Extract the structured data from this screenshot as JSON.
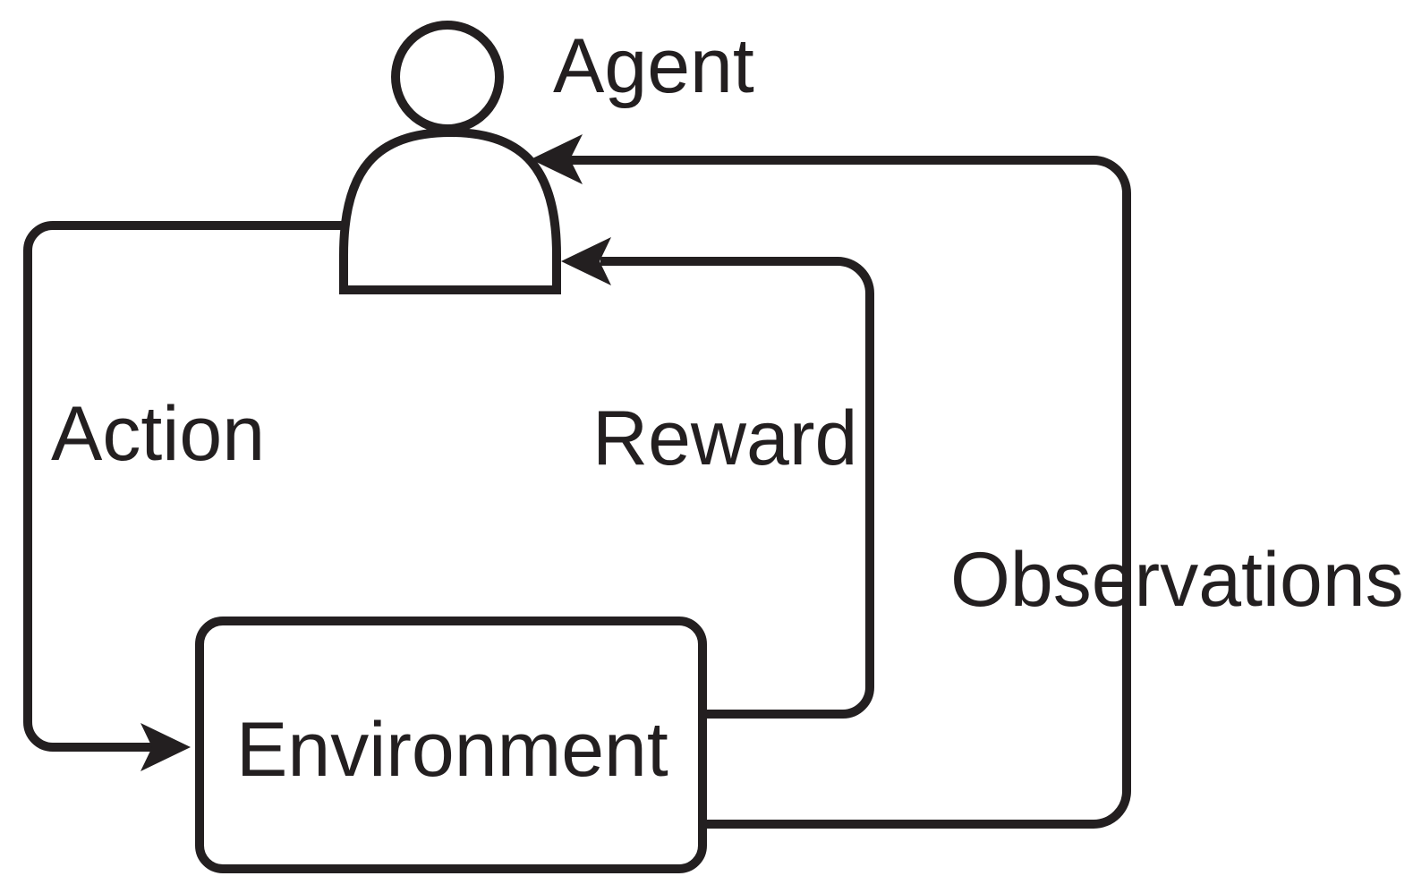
{
  "diagram": {
    "background_color": "#ffffff",
    "line_color": "#231f20",
    "nodes": {
      "agent": {
        "label": "Agent",
        "icon": "person-icon"
      },
      "environment": {
        "label": "Environment"
      }
    },
    "edges": {
      "action": {
        "label": "Action",
        "from": "Agent",
        "to": "Environment",
        "direction": "arrow-into-environment-left-side"
      },
      "reward": {
        "label": "Reward",
        "from": "Environment",
        "to": "Agent",
        "direction": "arrow-into-agent-right-side"
      },
      "observations": {
        "label": "Observations",
        "from": "Environment",
        "to": "Agent",
        "direction": "arrow-into-agent-shoulder"
      }
    }
  }
}
